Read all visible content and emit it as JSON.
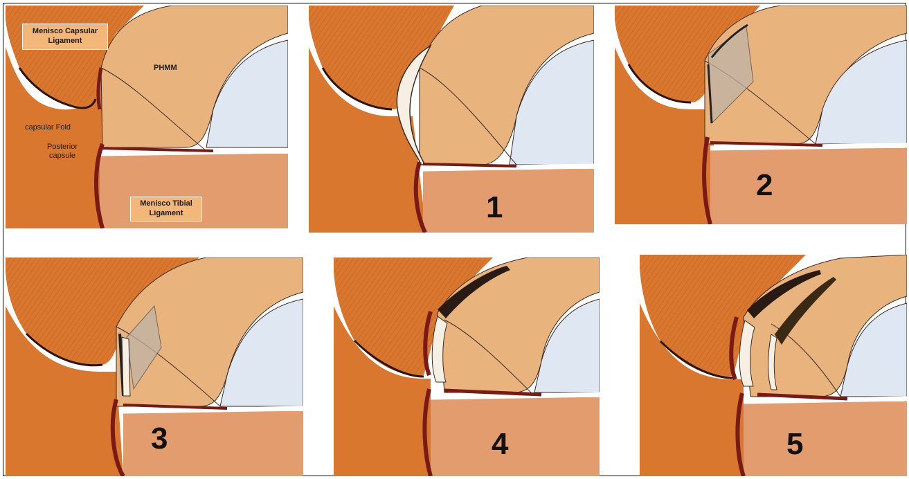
{
  "labels": {
    "menisco_capsular": "Menisco Capsular Ligament",
    "phmm": "PHMM",
    "capsular_fold": "capsular Fold",
    "posterior_capsule": "Posterior capsule",
    "menisco_tibial": "Menisco Tibial Ligament"
  },
  "panel_numbers": [
    "1",
    "2",
    "3",
    "4",
    "5"
  ],
  "colors": {
    "muscle": "#d9772e",
    "muscle_dark": "#b85e1c",
    "meniscus": "#e9b37e",
    "tibia": "#e39c6e",
    "cartilage": "#dfe7f2",
    "ligament": "#7a1a14",
    "tear": "#f5efe4"
  }
}
